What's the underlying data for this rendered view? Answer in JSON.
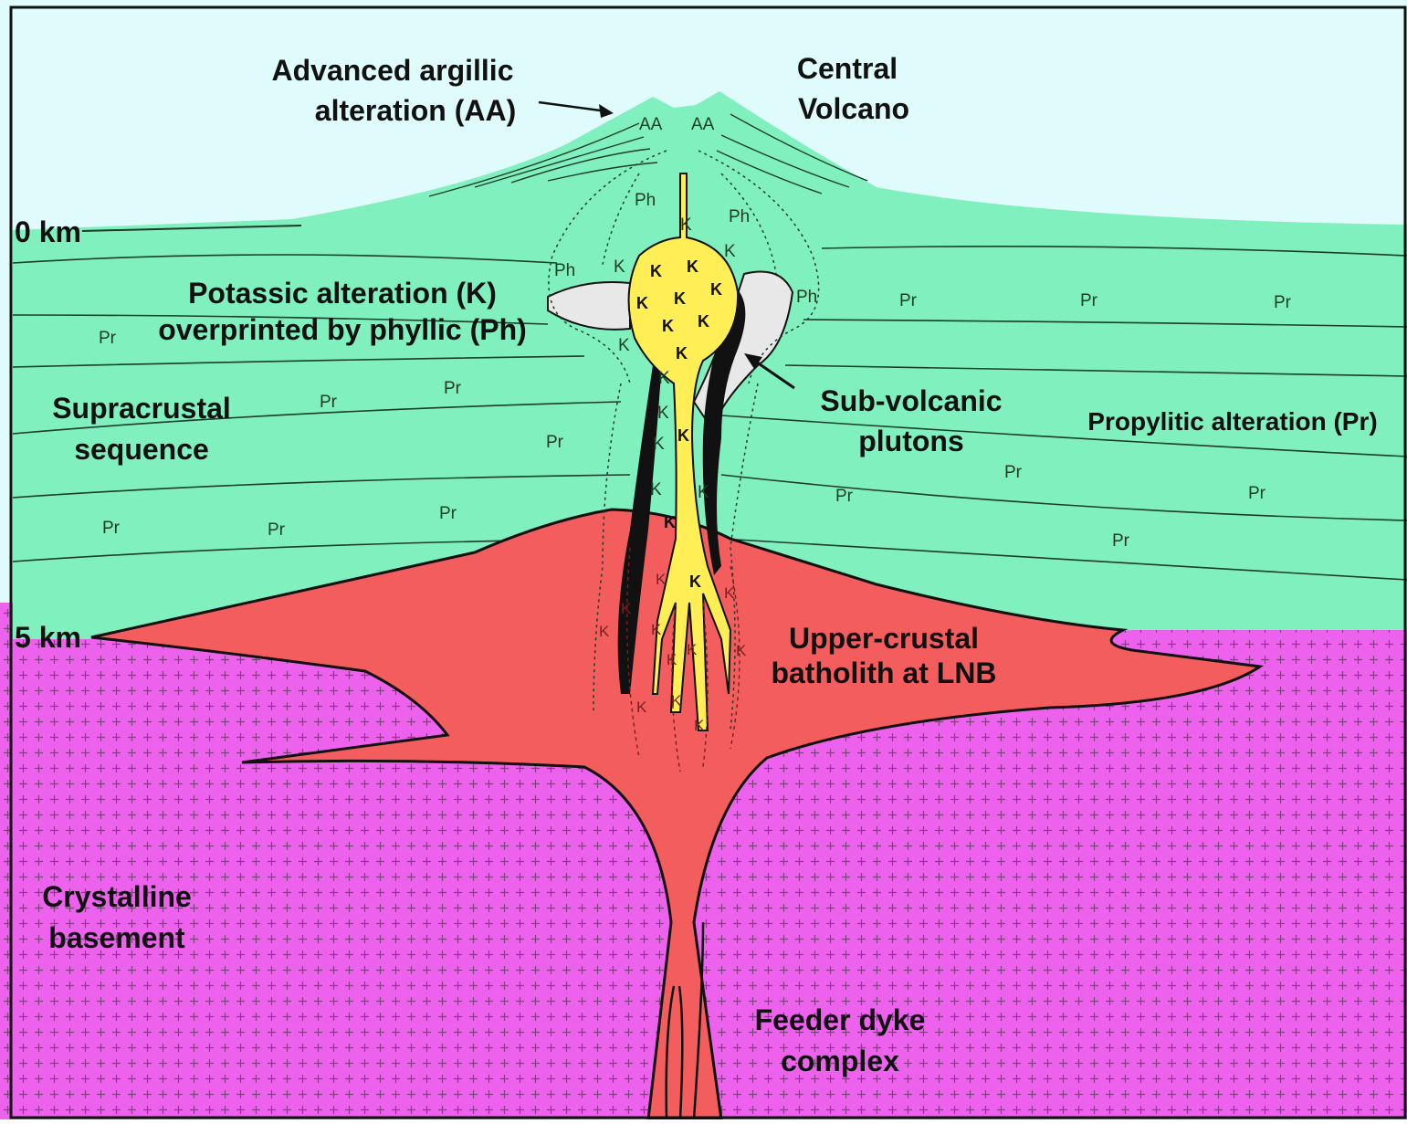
{
  "labels": {
    "advanced_argillic_line1": "Advanced argillic",
    "advanced_argillic_line2": "alteration (AA)",
    "central_line1": "Central",
    "central_line2": "Volcano",
    "zero_km": "0 km",
    "five_km": "5 km",
    "potassic_line1": "Potassic alteration (K)",
    "potassic_line2": "overprinted by phyllic (Ph)",
    "supracrustal_line1": "Supracrustal",
    "supracrustal_line2": "sequence",
    "subvolcanic_line1": "Sub-volcanic",
    "subvolcanic_line2": "plutons",
    "propylitic": "Propylitic alteration (Pr)",
    "upper_crustal_line1": "Upper-crustal",
    "upper_crustal_line2": "batholith at LNB",
    "crystalline_line1": "Crystalline",
    "crystalline_line2": "basement",
    "feeder_line1": "Feeder dyke",
    "feeder_line2": "complex"
  },
  "codes": {
    "aa": "AA",
    "ph": "Ph",
    "pr": "Pr",
    "k": "K"
  },
  "colors": {
    "sky": "#e0fbfb",
    "supracrustal": "#80f0bf",
    "batholith": "#f45d5d",
    "basement": "#ec62ec",
    "pluton": "#ffee55",
    "phyllic_halo": "#e8e8e8",
    "outline": "#111111"
  }
}
